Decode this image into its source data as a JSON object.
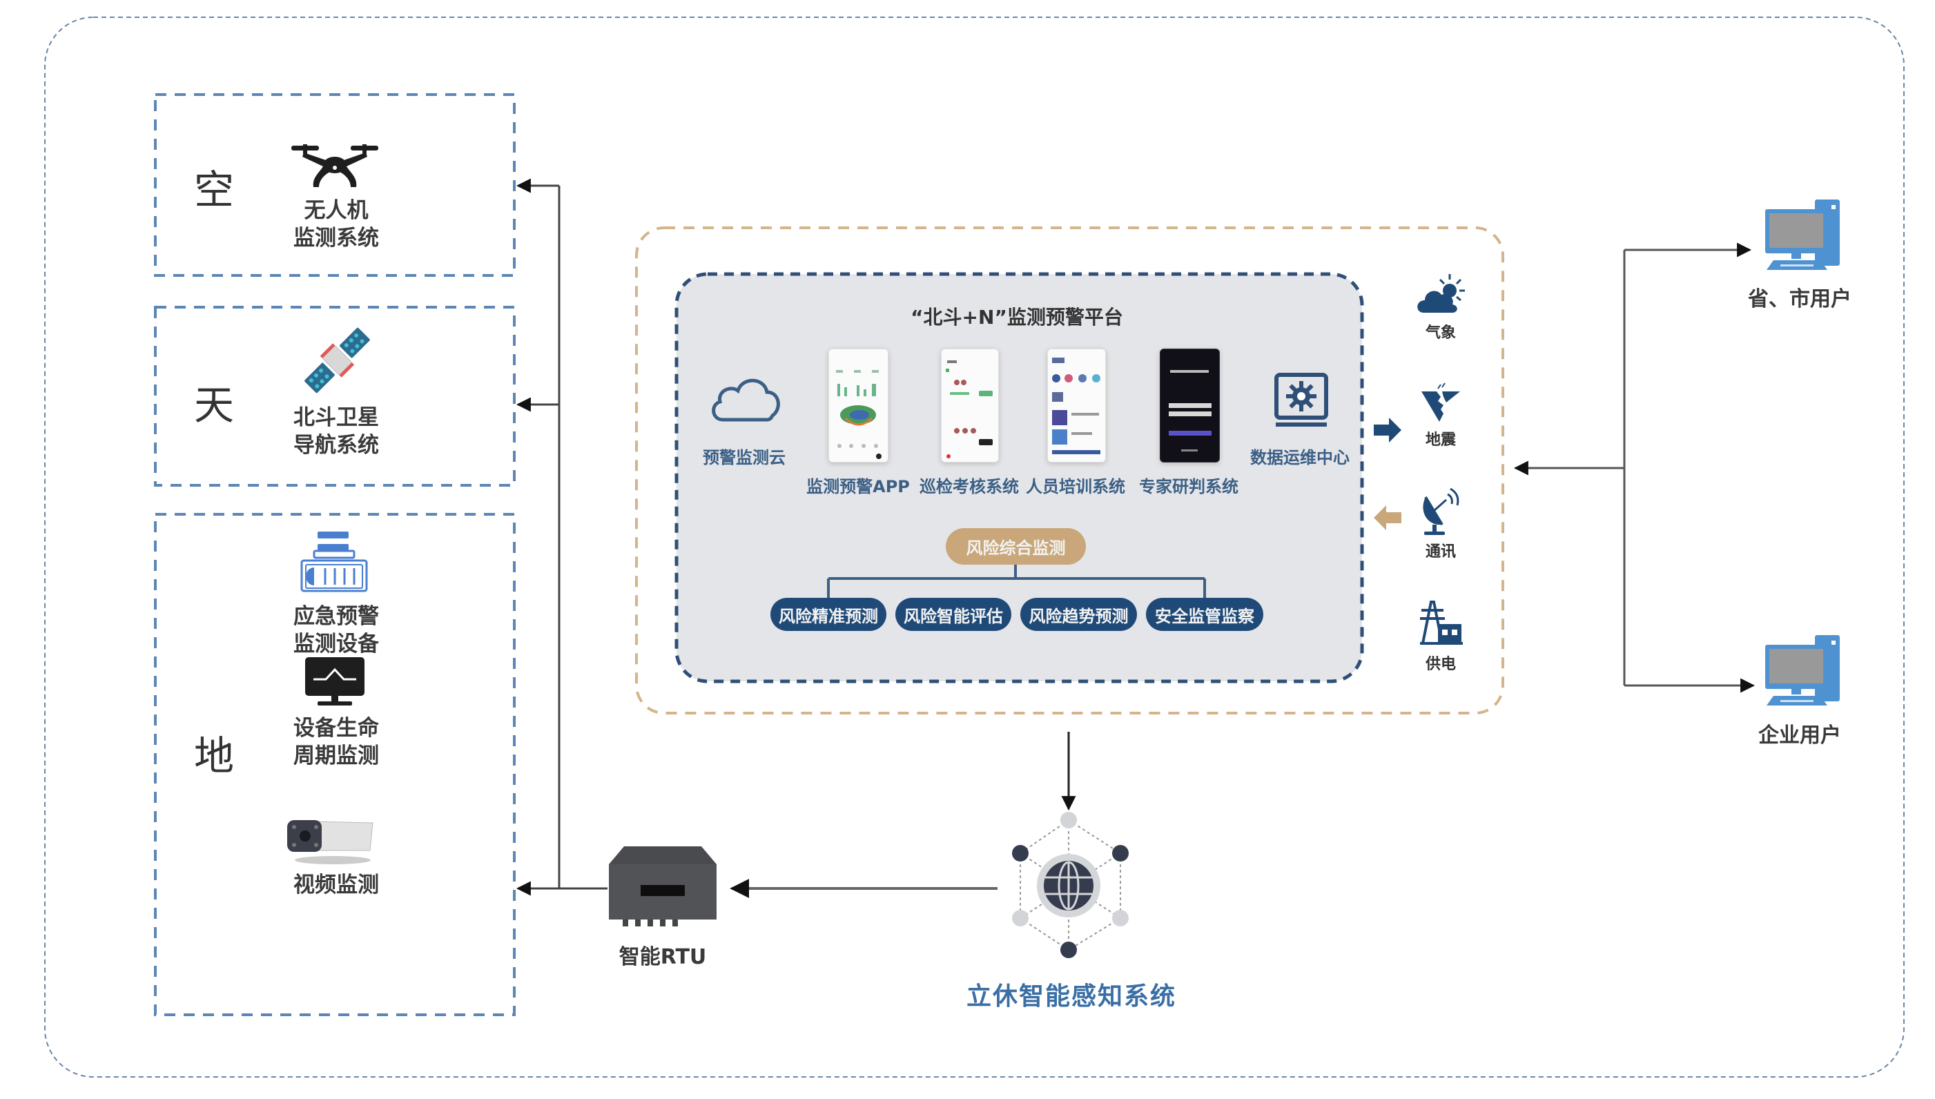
{
  "diagram": {
    "tiers": [
      {
        "label": "空",
        "items": [
          {
            "icon": "drone-icon",
            "label_lines": [
              "无人机",
              "监测系统"
            ]
          }
        ]
      },
      {
        "label": "天",
        "items": [
          {
            "icon": "satellite-icon",
            "label_lines": [
              "北斗卫星",
              "导航系统"
            ]
          }
        ]
      },
      {
        "label": "地",
        "items": [
          {
            "icon": "emergency-device-icon",
            "label_lines": [
              "应急预警",
              "监测设备"
            ]
          },
          {
            "icon": "monitor-pulse-icon",
            "label_lines": [
              "设备生命",
              "周期监测"
            ]
          },
          {
            "icon": "camera-icon",
            "label_lines": [
              "视频监测"
            ]
          }
        ]
      }
    ],
    "platform": {
      "title": "“北斗+N”监测预警平台",
      "modules": [
        {
          "icon": "cloud-icon",
          "label": "预警监测云"
        },
        {
          "icon": "phone-screenshot",
          "label": "监测预警APP"
        },
        {
          "icon": "phone-screenshot",
          "label": "巡检考核系统"
        },
        {
          "icon": "phone-screenshot",
          "label": "人员培训系统"
        },
        {
          "icon": "phone-screenshot-dark",
          "label": "专家研判系统"
        },
        {
          "icon": "gear-monitor-icon",
          "label": "数据运维中心"
        }
      ],
      "risk": {
        "main": "风险综合监测",
        "subs": [
          "风险精准预测",
          "风险智能评估",
          "风险趋势预测",
          "安全监管监察"
        ]
      }
    },
    "external_data": [
      {
        "icon": "weather-icon",
        "label": "气象"
      },
      {
        "icon": "earthquake-icon",
        "label": "地震"
      },
      {
        "icon": "satellite-dish-icon",
        "label": "通讯"
      },
      {
        "icon": "power-tower-icon",
        "label": "供电"
      }
    ],
    "users": [
      {
        "icon": "computer-icon",
        "label": "省、市用户"
      },
      {
        "icon": "computer-icon",
        "label": "企业用户"
      }
    ],
    "rtu": {
      "icon": "rtu-device-icon",
      "label": "智能RTU"
    },
    "sensing": {
      "icon": "network-globe-icon",
      "label": "立休智能感知系统"
    },
    "colors": {
      "frame_dash": "#5a7aa0",
      "tier_dash": "#5b86b5",
      "platform_dash": "#2f4f78",
      "outer_platform_dash": "#d4b48a",
      "platform_bg": "#e4e5e8",
      "navy": "#1f4a78",
      "tan": "#c9a77a",
      "computer_blue": "#4f92d2",
      "sense_label": "#3a6ea5"
    }
  }
}
